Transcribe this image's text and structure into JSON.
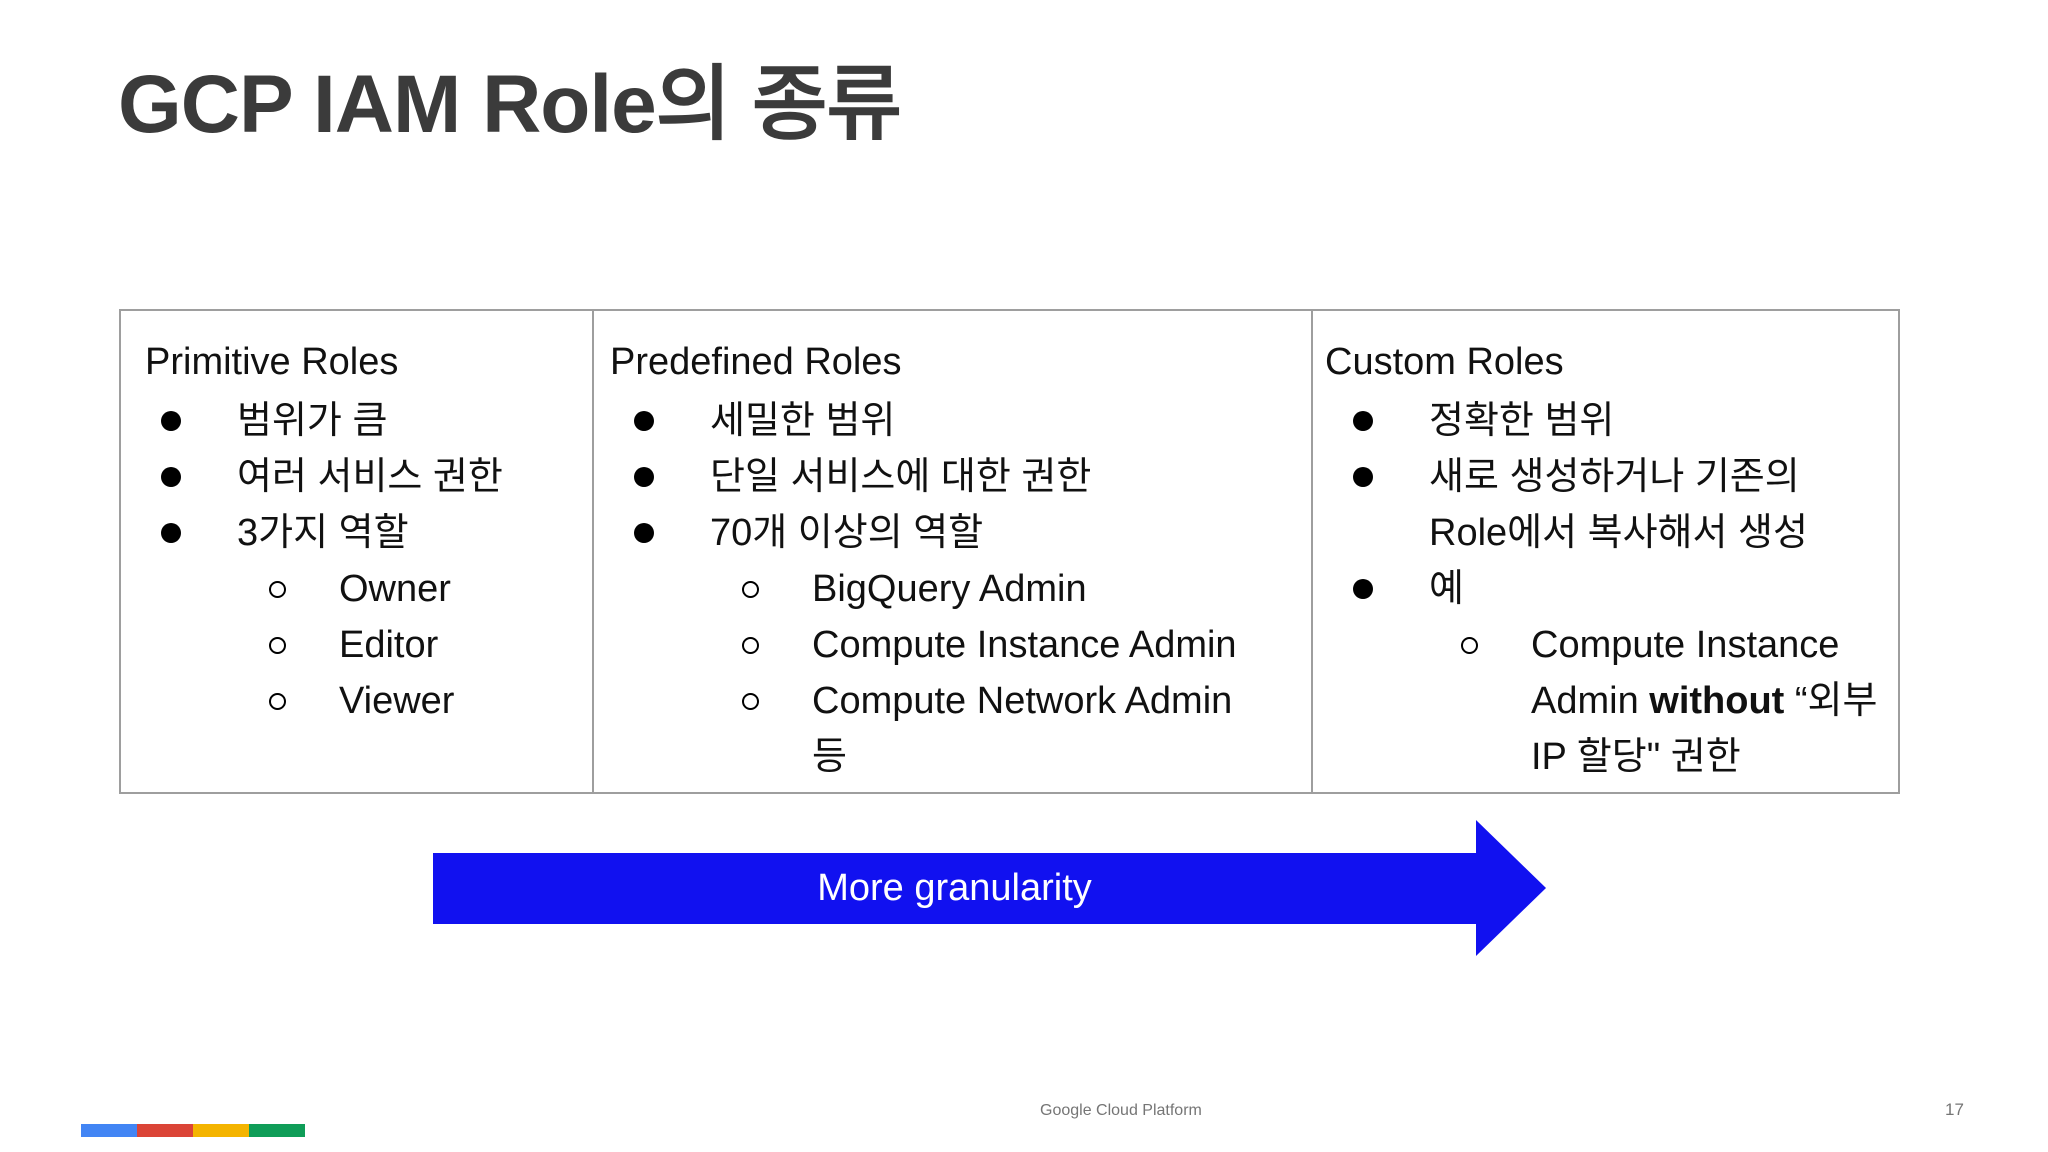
{
  "title": "GCP IAM Role의 종류",
  "columns": [
    {
      "header": "Primitive Roles",
      "items": [
        {
          "level": 1,
          "segments": [
            {
              "text": "범위가 큼"
            }
          ]
        },
        {
          "level": 1,
          "segments": [
            {
              "text": "여러 서비스 권한"
            }
          ]
        },
        {
          "level": 1,
          "segments": [
            {
              "text": "3가지 역할"
            }
          ]
        },
        {
          "level": 2,
          "segments": [
            {
              "text": "Owner"
            }
          ]
        },
        {
          "level": 2,
          "segments": [
            {
              "text": "Editor"
            }
          ]
        },
        {
          "level": 2,
          "segments": [
            {
              "text": "Viewer"
            }
          ]
        }
      ]
    },
    {
      "header": "Predefined Roles",
      "items": [
        {
          "level": 1,
          "segments": [
            {
              "text": "세밀한 범위"
            }
          ]
        },
        {
          "level": 1,
          "segments": [
            {
              "text": "단일 서비스에 대한 권한"
            }
          ]
        },
        {
          "level": 1,
          "segments": [
            {
              "text": "70개 이상의 역할"
            }
          ]
        },
        {
          "level": 2,
          "segments": [
            {
              "text": "BigQuery Admin"
            }
          ]
        },
        {
          "level": 2,
          "segments": [
            {
              "text": "Compute Instance Admin"
            }
          ]
        },
        {
          "level": 2,
          "segments": [
            {
              "text": "Compute Network Admin 등"
            }
          ]
        }
      ]
    },
    {
      "header": "Custom Roles",
      "items": [
        {
          "level": 1,
          "segments": [
            {
              "text": "정확한 범위"
            }
          ]
        },
        {
          "level": 1,
          "segments": [
            {
              "text": "새로 생성하거나 기존의 Role에서 복사해서 생성"
            }
          ]
        },
        {
          "level": 1,
          "segments": [
            {
              "text": "예"
            }
          ]
        },
        {
          "level": 2,
          "segments": [
            {
              "text": "Compute Instance Admin "
            },
            {
              "text": "without",
              "bold": true
            },
            {
              "text": " “외부 IP 할당\" 권한"
            }
          ]
        }
      ]
    }
  ],
  "arrow": {
    "label": "More granularity",
    "color": "#1111f0"
  },
  "footer": {
    "brand_text": "Google Cloud Platform",
    "page_number": "17",
    "logo_colors": [
      "#4285F4",
      "#DB4437",
      "#F4B400",
      "#0F9D58"
    ]
  }
}
